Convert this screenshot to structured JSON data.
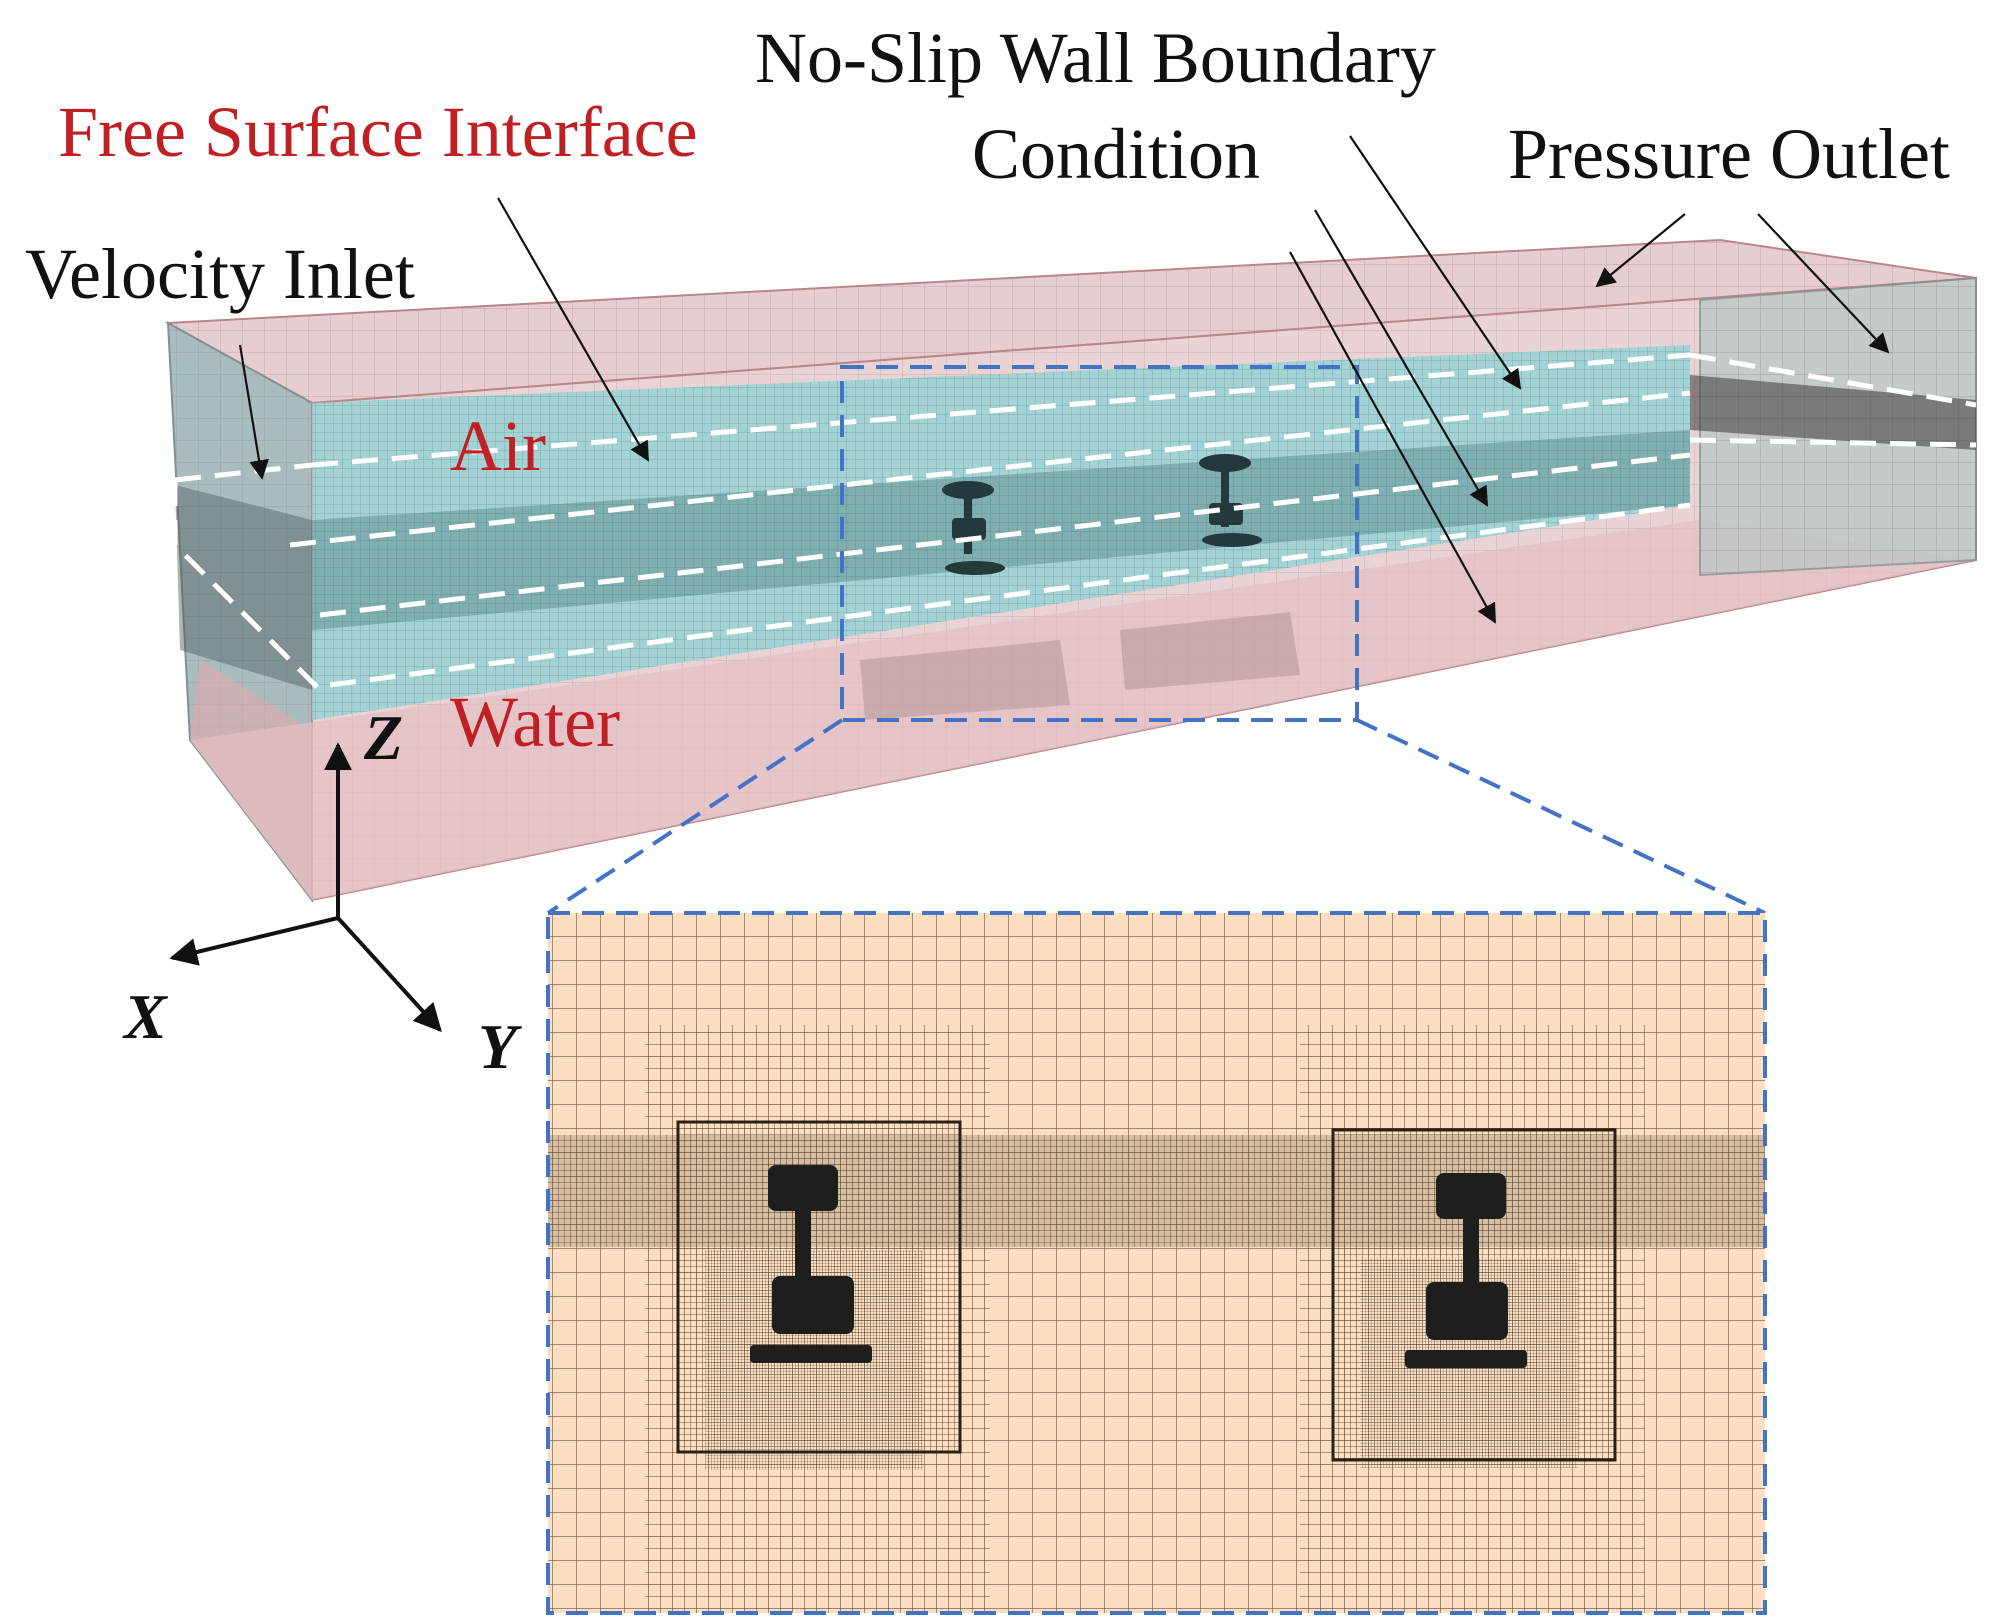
{
  "labels": {
    "free_surface": "Free Surface Interface",
    "velocity_inlet": "Velocity Inlet",
    "no_slip_line1": "No-Slip Wall Boundary",
    "no_slip_line2": "Condition",
    "pressure_outlet": "Pressure Outlet",
    "air": "Air",
    "water": "Water"
  },
  "axes": {
    "z": "Z",
    "x": "X",
    "y": "Y"
  },
  "colors": {
    "label_red": "#c01f24",
    "label_dark": "#111111",
    "outer_domain_fill": "#e8c9cc",
    "outer_domain_edge": "#b9868c",
    "refined_zone_fill": "#8fd4d6",
    "inlet_face_fill": "#a9bdbf",
    "mesh_line": "#8a8a8a",
    "zoom_box_dash": "#4472c4",
    "zoom_mesh_fill": "#fbdfc0",
    "zoom_mesh_line": "#4a3a2a",
    "interface_dash": "#ffffff"
  }
}
